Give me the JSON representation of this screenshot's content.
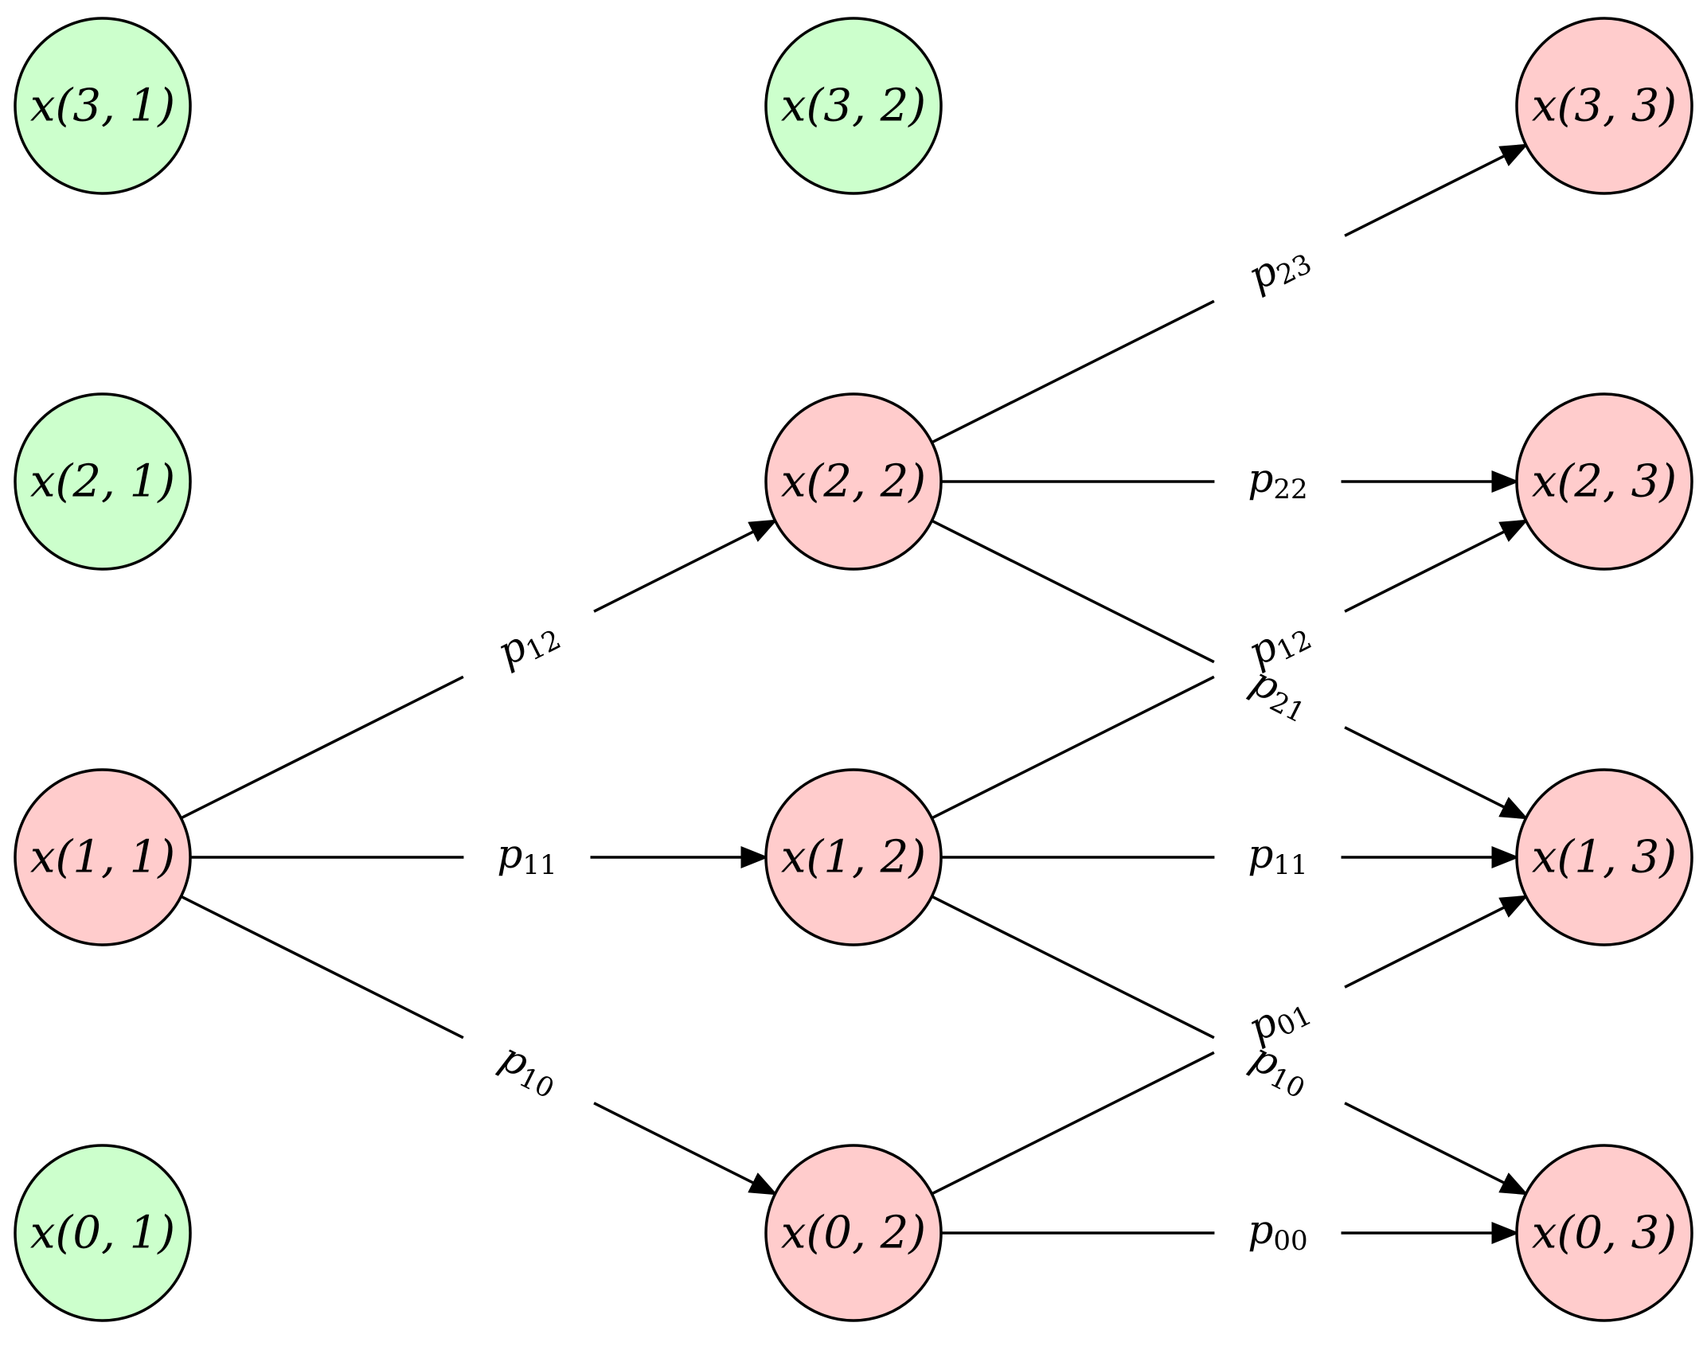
{
  "colors": {
    "inactive_fill": "#ccffcc",
    "active_fill": "#ffcccc",
    "stroke": "#000000"
  },
  "nodes": [
    {
      "id": "n31",
      "row": 3,
      "col": 1,
      "label": "x(3, 1)",
      "active": false
    },
    {
      "id": "n21",
      "row": 2,
      "col": 1,
      "label": "x(2, 1)",
      "active": false
    },
    {
      "id": "n11",
      "row": 1,
      "col": 1,
      "label": "x(1, 1)",
      "active": true
    },
    {
      "id": "n01",
      "row": 0,
      "col": 1,
      "label": "x(0, 1)",
      "active": false
    },
    {
      "id": "n32",
      "row": 3,
      "col": 2,
      "label": "x(3, 2)",
      "active": false
    },
    {
      "id": "n22",
      "row": 2,
      "col": 2,
      "label": "x(2, 2)",
      "active": true
    },
    {
      "id": "n12",
      "row": 1,
      "col": 2,
      "label": "x(1, 2)",
      "active": true
    },
    {
      "id": "n02",
      "row": 0,
      "col": 2,
      "label": "x(0, 2)",
      "active": true
    },
    {
      "id": "n33",
      "row": 3,
      "col": 3,
      "label": "x(3, 3)",
      "active": true
    },
    {
      "id": "n23",
      "row": 2,
      "col": 3,
      "label": "x(2, 3)",
      "active": true
    },
    {
      "id": "n13",
      "row": 1,
      "col": 3,
      "label": "x(1, 3)",
      "active": true
    },
    {
      "id": "n03",
      "row": 0,
      "col": 3,
      "label": "x(0, 3)",
      "active": true
    }
  ],
  "edges": [
    {
      "from": "n11",
      "to": "n22",
      "label": "p",
      "sub": "12"
    },
    {
      "from": "n11",
      "to": "n12",
      "label": "p",
      "sub": "11"
    },
    {
      "from": "n11",
      "to": "n02",
      "label": "p",
      "sub": "10"
    },
    {
      "from": "n22",
      "to": "n33",
      "label": "p",
      "sub": "23"
    },
    {
      "from": "n22",
      "to": "n23",
      "label": "p",
      "sub": "22"
    },
    {
      "from": "n22",
      "to": "n13",
      "label": "p",
      "sub": "21"
    },
    {
      "from": "n12",
      "to": "n23",
      "label": "p",
      "sub": "12"
    },
    {
      "from": "n12",
      "to": "n13",
      "label": "p",
      "sub": "11"
    },
    {
      "from": "n12",
      "to": "n03",
      "label": "p",
      "sub": "10"
    },
    {
      "from": "n02",
      "to": "n13",
      "label": "p",
      "sub": "01"
    },
    {
      "from": "n02",
      "to": "n03",
      "label": "p",
      "sub": "00"
    }
  ]
}
